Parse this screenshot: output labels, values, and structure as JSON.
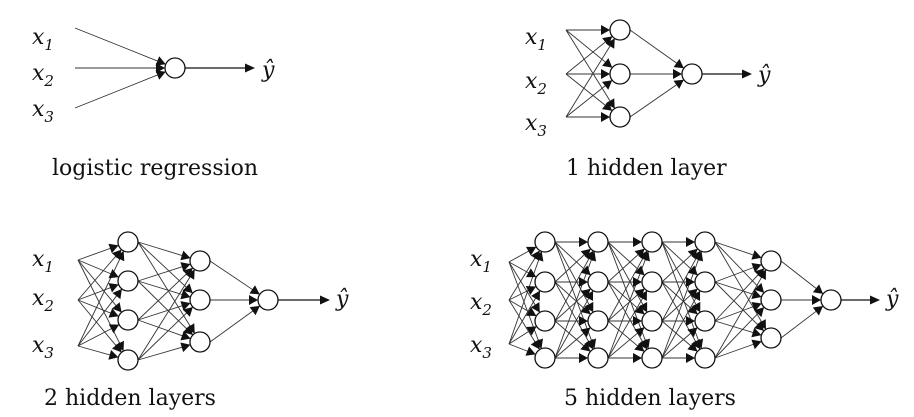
{
  "captions": {
    "logistic_regression": "logistic regression",
    "one_hidden_layer": "1 hidden layer",
    "two_hidden_layers": "2 hidden layers",
    "five_hidden_layers": "5 hidden layers"
  },
  "inputs": {
    "letter": "x",
    "subscripts": [
      "1",
      "2",
      "3"
    ]
  },
  "output": {
    "label": "ŷ"
  },
  "networks": [
    {
      "id": "logistic",
      "layers": [
        3,
        1
      ]
    },
    {
      "id": "one-hidden",
      "layers": [
        3,
        3,
        1
      ]
    },
    {
      "id": "two-hidden",
      "layers": [
        3,
        4,
        3,
        1
      ]
    },
    {
      "id": "five-hidden",
      "layers": [
        3,
        4,
        4,
        4,
        4,
        3,
        1
      ]
    }
  ]
}
